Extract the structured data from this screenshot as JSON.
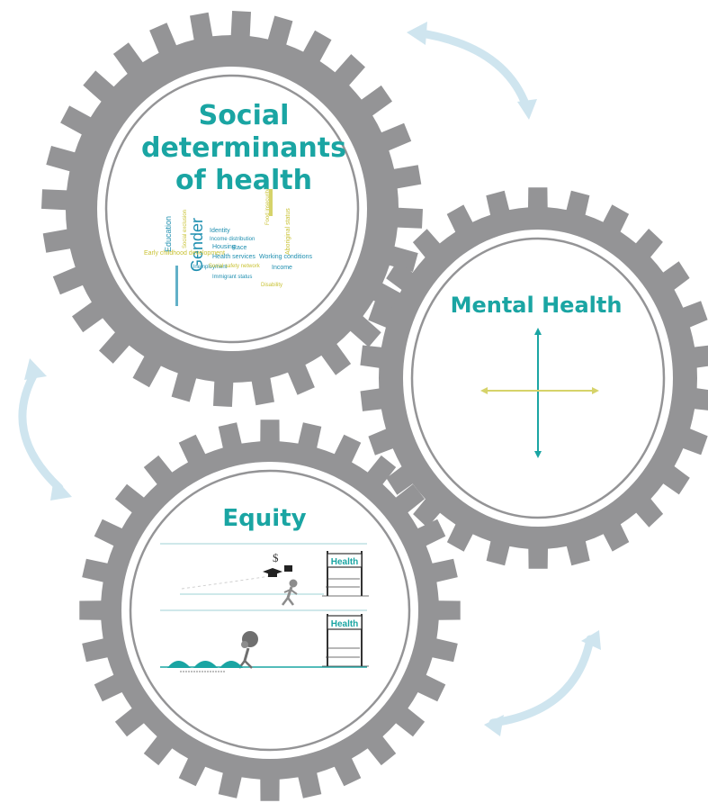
{
  "gears": {
    "social": {
      "title_lines": [
        "Social",
        "determinants",
        "of health"
      ]
    },
    "mental": {
      "title": "Mental Health"
    },
    "equity": {
      "title": "Equity",
      "finish_label_top": "Health",
      "finish_label_bottom": "Health",
      "dollar_symbol": "$"
    }
  },
  "word_cloud": {
    "words": [
      {
        "text": "Gender",
        "color": "#1f8fb0"
      },
      {
        "text": "Education",
        "color": "#1f8fb0"
      },
      {
        "text": "Social exclusion",
        "color": "#c9c234"
      },
      {
        "text": "Identity",
        "color": "#1f8fb0"
      },
      {
        "text": "Income distribution",
        "color": "#1f8fb0"
      },
      {
        "text": "Early childhood development",
        "color": "#c9c234"
      },
      {
        "text": "Race",
        "color": "#1f8fb0"
      },
      {
        "text": "Housing",
        "color": "#1f8fb0"
      },
      {
        "text": "Aboriginal status",
        "color": "#c9c234"
      },
      {
        "text": "Health services",
        "color": "#1f8fb0"
      },
      {
        "text": "Working conditions",
        "color": "#1f8fb0"
      },
      {
        "text": "Unemployment",
        "color": "#1f8fb0"
      },
      {
        "text": "Disability",
        "color": "#c9c234"
      },
      {
        "text": "Social safety network",
        "color": "#c9c234"
      },
      {
        "text": "Income",
        "color": "#1f8fb0"
      },
      {
        "text": "Immigrant status",
        "color": "#1f8fb0"
      },
      {
        "text": "Food insecurity",
        "color": "#c9c234"
      }
    ]
  },
  "colors": {
    "gear": "#949496",
    "title": "#1aa5a3",
    "arrow": "#cfe5ef",
    "axis_vertical": "#1aa5a3",
    "axis_horizontal": "#d6d36a"
  }
}
